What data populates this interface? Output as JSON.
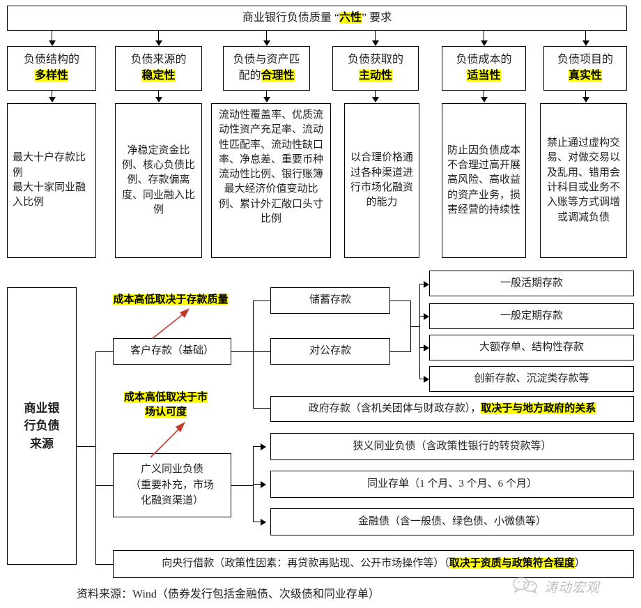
{
  "header": {
    "title_pre": "商业银行负债质量 “",
    "title_hl": "六性",
    "title_post": "” 要求"
  },
  "six_requirements": [
    {
      "line1": "负债结构的",
      "hl": "多样性",
      "detail": "最大十户存款比例\n最大十家同业融入比例"
    },
    {
      "line1": "负债来源的",
      "hl": "稳定性",
      "detail": "净稳定资金比例、核心负债比例、存款偏离度、同业融入比例"
    },
    {
      "line1": "负债与资产匹配的",
      "hl": "合理性",
      "detail": "流动性覆盖率、优质流动性资产充足率、流动性匹配率、流动性缺口率、净息差、重要币种流动性比例、银行账簿最大经济价值变动比例、累计外汇敞口头寸比例"
    },
    {
      "line1": "负债获取的",
      "hl": "主动性",
      "detail": "以合理价格通过各种渠道进行市场化融资的能力"
    },
    {
      "line1": "负债成本的",
      "hl": "适当性",
      "detail": "防止因负债成本不合理过高开展高风险、高收益的资产业务，损害经营的持续性"
    },
    {
      "line1": "负债项目的",
      "hl": "真实性",
      "detail": "禁止通过虚构交易、对做交易以及乱用、错用会计科目或业务不入账等方式调增或调减负债"
    }
  ],
  "sources_tree": {
    "root": "商业银行负债来源",
    "branches": [
      {
        "label": "客户存款（基础）"
      },
      {
        "label": "广义同业负债（重要补充，市场化融资渠道）"
      }
    ],
    "deposit_children": [
      {
        "label": "储蓄存款"
      },
      {
        "label": "对公存款"
      }
    ],
    "deposit_leaves": [
      {
        "label": "一般活期存款"
      },
      {
        "label": "一般定期存款"
      },
      {
        "label": "大额存单、结构性存款"
      },
      {
        "label": "创新存款、沉淀类存款等"
      }
    ],
    "gov_deposit": {
      "plain": "政府存款（含机关团体与财政存款），",
      "hl": "取决于与地方政府的关系"
    },
    "interbank_leaves": [
      {
        "label": "狭义同业负债（含政策性银行的转贷款等）"
      },
      {
        "label": "同业存单（1 个月、3 个月、6 个月）"
      },
      {
        "label": "金融债（含一般债、绿色债、小微债等）"
      }
    ],
    "central_bank": {
      "plain": "向央行借款（政策性因素：再贷款再贴现、公开市场操作等）（",
      "hl": "取决于资质与政策符合程度",
      "tail": "）"
    }
  },
  "annotations": [
    {
      "text": "成本高低取决于存款质量"
    },
    {
      "text_line1": "成本高低取决于市",
      "text_line2": "场认可度"
    }
  ],
  "footer": {
    "source": "资料来源：Wind（债券发行包括金融债、次级债和同业存单）",
    "watermark": "涛动宏观"
  },
  "colors": {
    "highlight": "#ffff00",
    "line": "#000000",
    "red_arrow": "#c0392b",
    "text": "#231f20"
  }
}
